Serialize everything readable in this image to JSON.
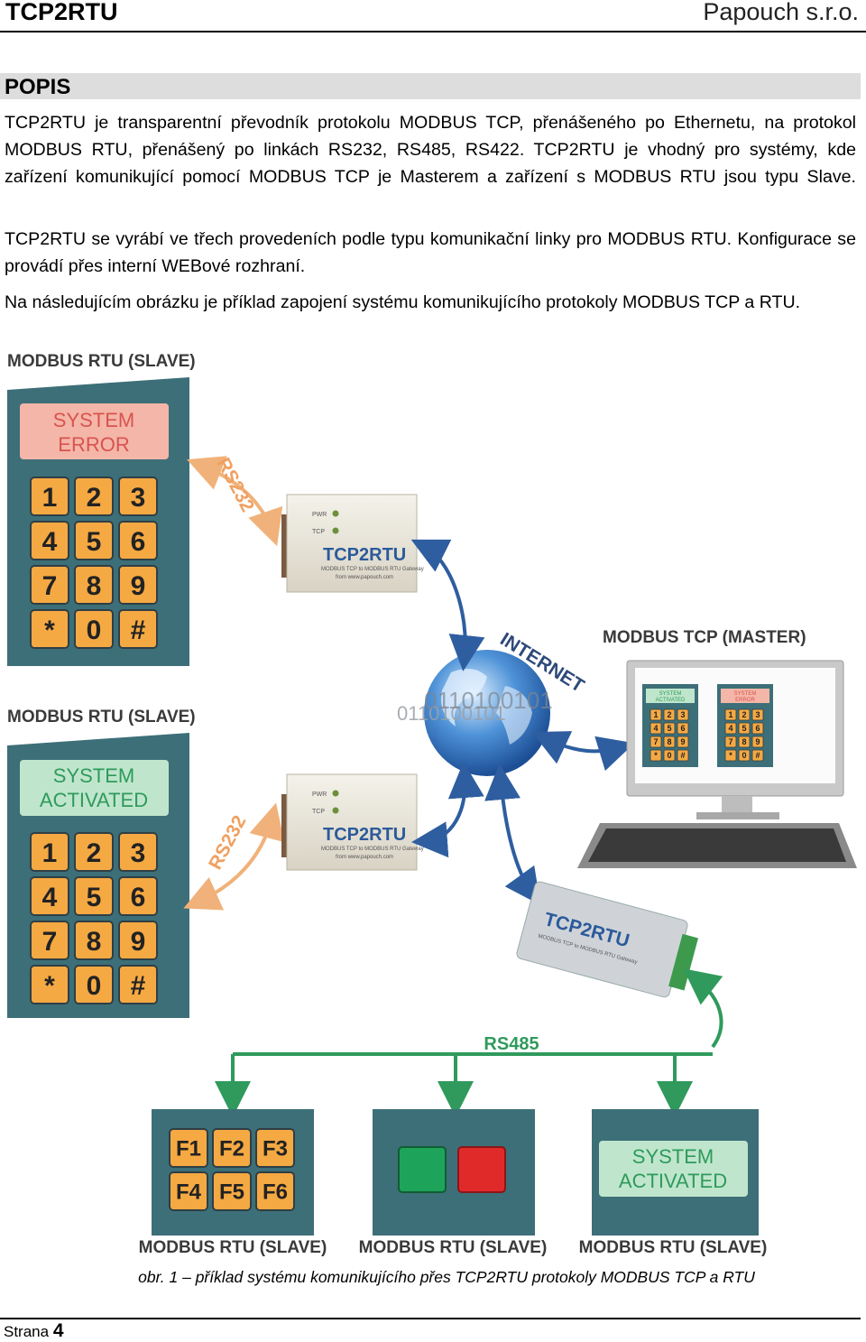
{
  "header": {
    "title": "TCP2RTU",
    "company": "Papouch s.r.o."
  },
  "section_title": "POPIS",
  "paragraphs": [
    "TCP2RTU je transparentní převodník protokolu MODBUS TCP, přenášeného po Ethernetu, na protokol MODBUS RTU, přenášený po linkách RS232, RS485, RS422. TCP2RTU je vhodný pro systémy, kde zařízení komunikující pomocí MODBUS TCP je Masterem a zařízení s MODBUS RTU jsou typu Slave.",
    "TCP2RTU se vyrábí ve třech provedeních podle typu komunikační linky pro MODBUS RTU. Konfigurace se provádí přes interní WEBové rozhraní.",
    "Na následujícím obrázku je příklad zapojení systému komunikujícího protokoly MODBUS TCP a RTU."
  ],
  "figure": {
    "slave_label": "MODBUS RTU (SLAVE)",
    "master_label": "MODBUS TCP (MASTER)",
    "internet": "INTERNET",
    "rs232": "RS232",
    "rs485": "RS485",
    "error_line1": "SYSTEM",
    "error_line2": "ERROR",
    "activated_line1": "SYSTEM",
    "activated_line2": "ACTIVATED",
    "keys": [
      "1",
      "2",
      "3",
      "4",
      "5",
      "6",
      "7",
      "8",
      "9",
      "*",
      "0",
      "#"
    ],
    "fkeys": [
      "F1",
      "F2",
      "F3",
      "F4",
      "F5",
      "F6"
    ],
    "device_brand": "TCP2RTU",
    "device_sub": "MODBUS TCP to MODBUS RTU Gateway",
    "device_web": "from www.papouch.com",
    "led_pwr": "PWR",
    "led_tcp": "TCP",
    "globe_bits": "0110100101",
    "colors": {
      "panel": "#3d6f78",
      "arrow_blue": "#2e5ea0",
      "arrow_green": "#2f9a5c",
      "arrow_orange": "#f0b27a",
      "key": "#f5a943",
      "error": "#f4b6a8",
      "activated": "#bfe6cc"
    }
  },
  "caption": "obr. 1 – příklad systému komunikujícího přes TCP2RTU protokoly MODBUS TCP a RTU",
  "footer": {
    "label": "Strana",
    "page": "4"
  }
}
